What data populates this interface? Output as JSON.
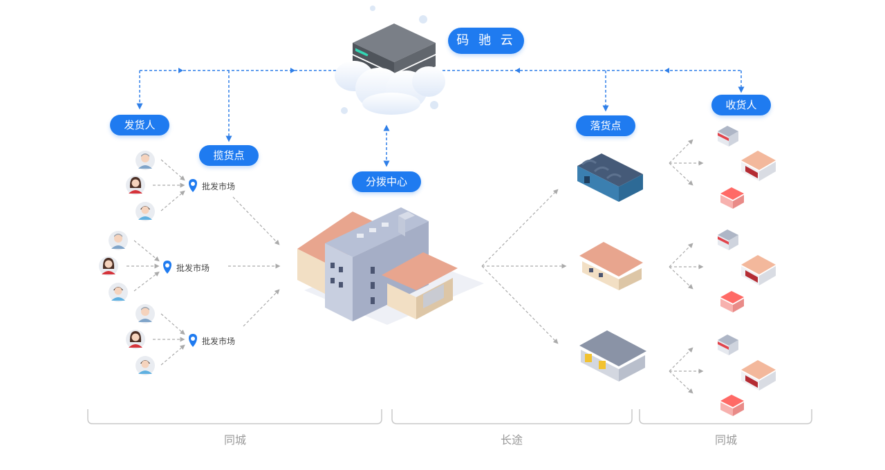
{
  "cloud_label": "码 驰 云",
  "nodes": {
    "sender": "发货人",
    "pickup": "揽货点",
    "hub": "分拨中心",
    "drop": "落货点",
    "receiver": "收货人"
  },
  "markets": [
    "批发市场",
    "批发市场",
    "批发市场"
  ],
  "regions": [
    "同城",
    "长途",
    "同城"
  ],
  "colors": {
    "accent": "#1f7bf0",
    "dashed_arrow_blue": "#2f7fe8",
    "dashed_arrow_gray": "#aaaaaa",
    "bracket": "#c8c8c8"
  }
}
